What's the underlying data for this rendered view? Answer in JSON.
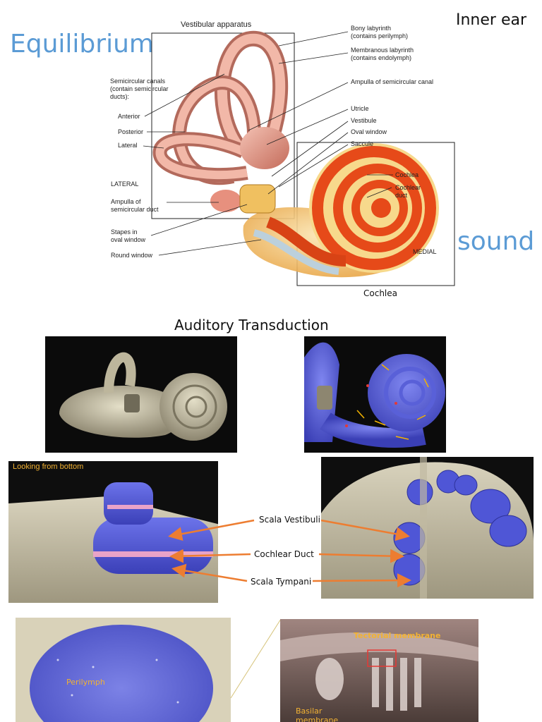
{
  "headings": {
    "equilibrium": "Equilibrium",
    "inner_ear": "Inner ear",
    "sound": "sound",
    "auditory_transduction": "Auditory Transduction"
  },
  "diagram": {
    "vestibular_apparatus": "Vestibular apparatus",
    "semicircular_canals": [
      "Semicircular canals",
      "(contain semicircular",
      "ducts):"
    ],
    "anterior": "Anterior",
    "posterior": "Posterior",
    "lateral_canal": "Lateral",
    "lateral_orientation": "LATERAL",
    "ampulla_duct": [
      "Ampulla of",
      "semicircular duct"
    ],
    "stapes": [
      "Stapes in",
      "oval window"
    ],
    "round_window": "Round window",
    "bony_labyrinth": [
      "Bony labyrinth",
      "(contains perilymph)"
    ],
    "membranous_labyrinth": [
      "Membranous labyrinth",
      "(contains endolymph)"
    ],
    "ampulla_canal": "Ampulla of semicircular canal",
    "utricle": "Utricle",
    "vestibule": "Vestibule",
    "oval_window": "Oval window",
    "saccule": "Saccule",
    "cochlea_label": "Cochlea",
    "cochlear_duct": [
      "Cochlear",
      "duct"
    ],
    "medial": "MEDIAL",
    "cochlea_caption": "Cochlea"
  },
  "panels": {
    "looking_from_bottom": "Looking from bottom",
    "scala_vestibuli": "Scala Vestibuli",
    "cochlear_duct": "Cochlear Duct",
    "scala_tympani": "Scala Tympani",
    "perilymph": "Perilymph",
    "tectorial_membrane": "Tectorial membrane",
    "basilar_membrane": "Basilar membrane"
  }
}
